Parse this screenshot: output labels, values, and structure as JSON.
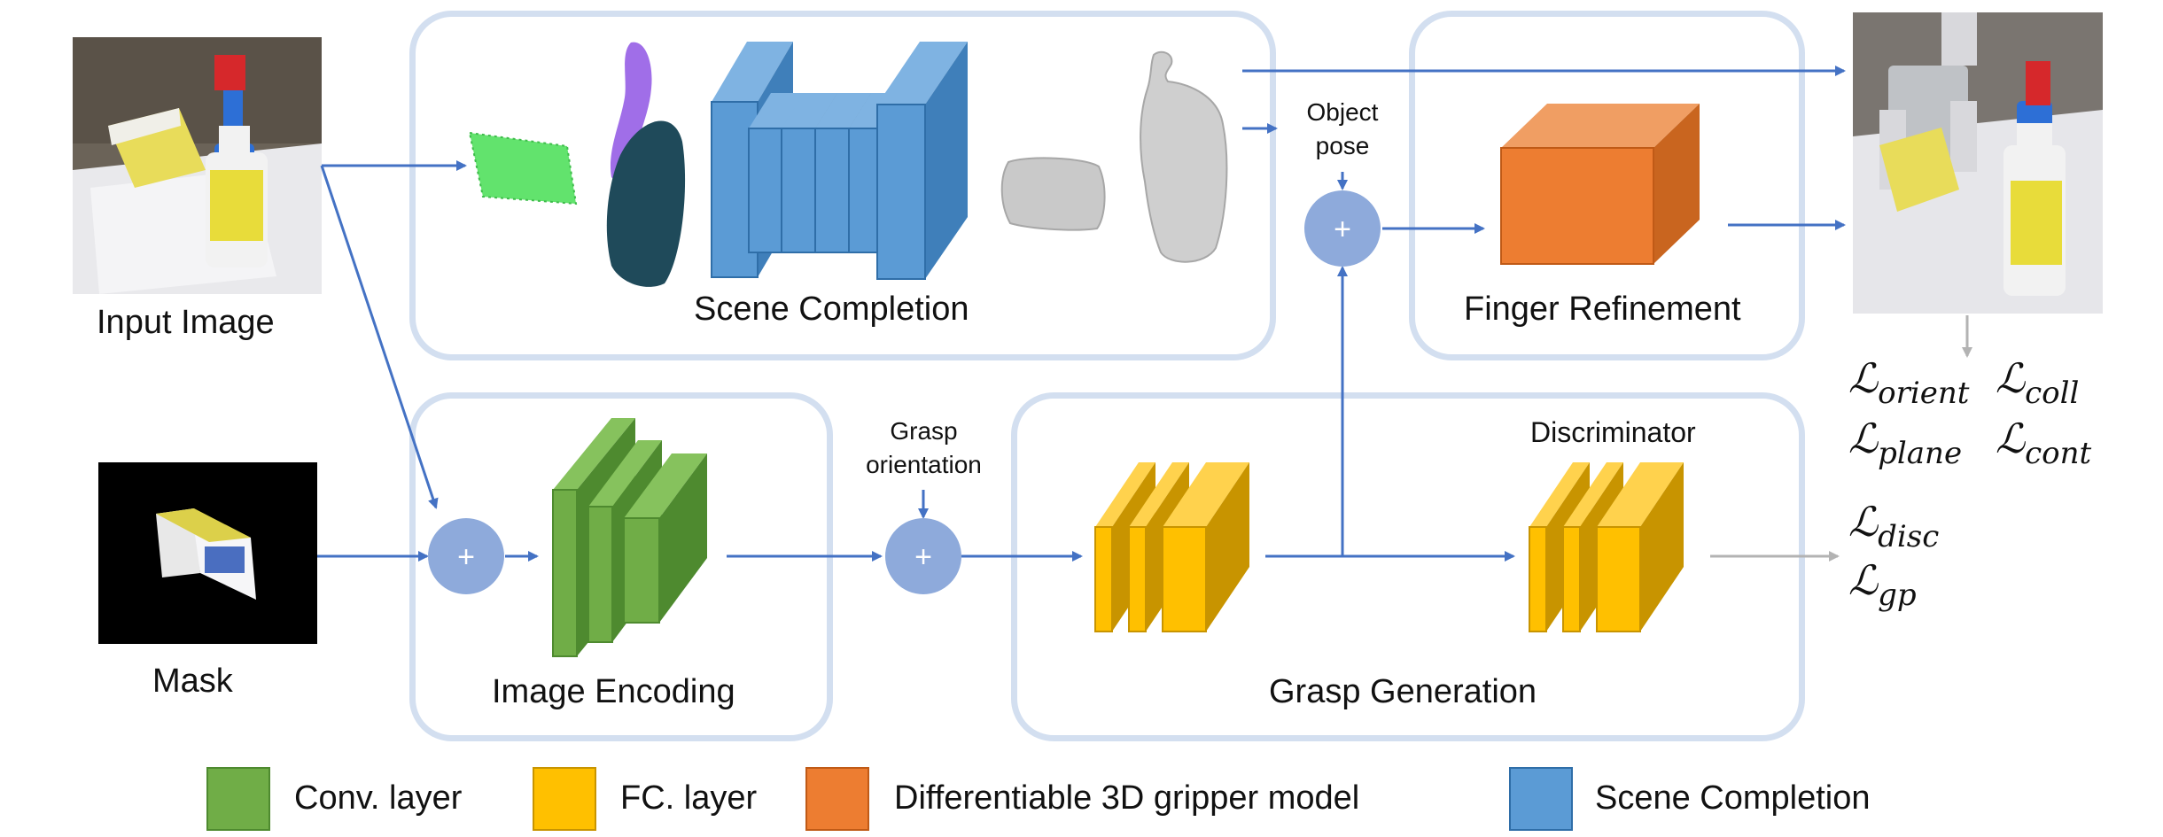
{
  "labels": {
    "input_image": "Input Image",
    "mask": "Mask",
    "scene_completion": "Scene Completion",
    "image_encoding": "Image Encoding",
    "finger_refinement": "Finger Refinement",
    "grasp_generation": "Grasp Generation",
    "discriminator": "Discriminator",
    "object_pose_line1": "Object",
    "object_pose_line2": "pose",
    "grasp_orientation_line1": "Grasp",
    "grasp_orientation_line2": "orientation",
    "plus": "+"
  },
  "losses": {
    "symbol": "ℒ",
    "orient": "orient",
    "coll": "coll",
    "plane": "plane",
    "cont": "cont",
    "disc": "disc",
    "gp": "gp"
  },
  "legend": [
    {
      "label": "Conv. layer",
      "color": "#70ad47",
      "border": "#4e8a2f"
    },
    {
      "label": "FC. layer",
      "color": "#ffc000",
      "border": "#c89400"
    },
    {
      "label": "Differentiable 3D gripper  model",
      "color": "#ed7d31",
      "border": "#c05a16"
    },
    {
      "label": "Scene Completion",
      "color": "#5b9bd5",
      "border": "#2f6ea8"
    }
  ],
  "colors": {
    "panel_border": "#d3dff0",
    "arrow": "#4472c4",
    "arrow_gray": "#b3b3b3",
    "circle": "#8eaadb",
    "conv": "#70ad47",
    "fc": "#ffc000",
    "gripper": "#ed7d31",
    "scene": "#5b9bd5"
  }
}
